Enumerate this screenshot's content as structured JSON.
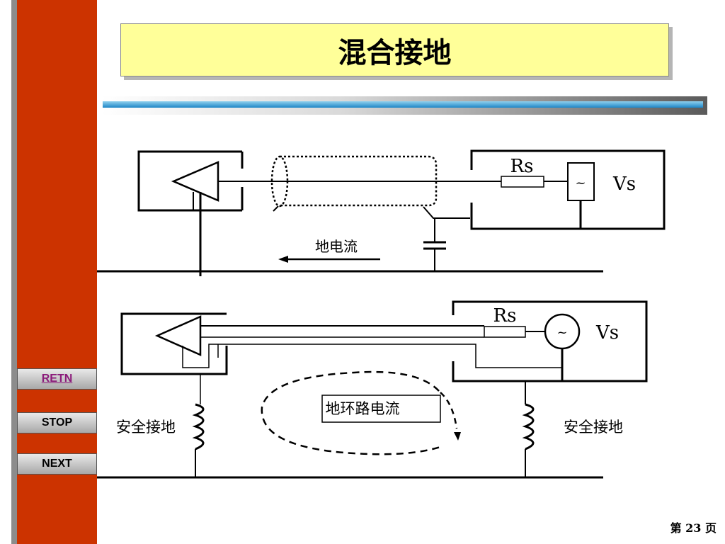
{
  "slide": {
    "title": "混合接地",
    "page_number": "第 23 页"
  },
  "nav": {
    "retn_label": "RETN",
    "stop_label": "STOP",
    "next_label": "NEXT"
  },
  "diagram_top": {
    "resistor_label": "Rs",
    "source_symbol": "~",
    "source_label": "Vs",
    "current_label": "地电流"
  },
  "diagram_bottom": {
    "resistor_label": "Rs",
    "source_symbol": "~",
    "source_label": "Vs",
    "loop_current_label": "地环路电流",
    "left_ground_label": "安全接地",
    "right_ground_label": "安全接地"
  }
}
